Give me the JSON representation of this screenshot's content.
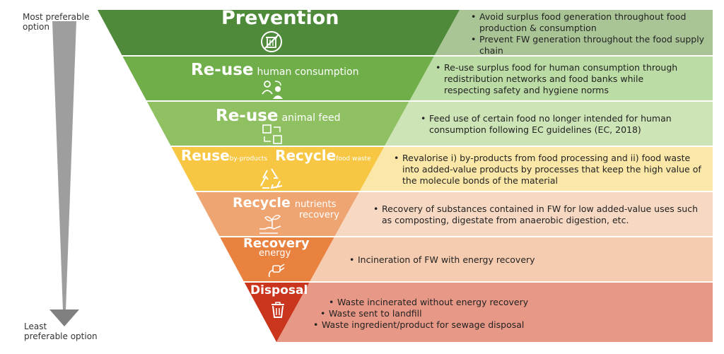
{
  "side": {
    "top_label_line1": "Most preferable",
    "top_label_line2": "option",
    "bottom_label_line1": "Least",
    "bottom_label_line2": "preferable option"
  },
  "colors": {
    "prevention": "#4f8a3a",
    "reuse_human": "#6fae49",
    "reuse_animal": "#8fc163",
    "reuse_recycle": "#f7c744",
    "recycle_nutrients": "#efa572",
    "recovery": "#e9813f",
    "disposal": "#c9361d"
  },
  "levels": [
    {
      "title": "Prevention",
      "subtitle": "",
      "icon": "no-waste-bin-icon",
      "bullets": [
        "Avoid surplus food generation throughout food production & consumption",
        "Prevent FW generation throughout the food supply chain"
      ]
    },
    {
      "title": "Re-use",
      "subtitle": "human consumption",
      "icon": "people-exchange-icon",
      "bullets": [
        "Re-use surplus food for human consumption through redistribution networks and food banks while respecting safety and hygiene norms"
      ]
    },
    {
      "title": "Re-use",
      "subtitle": "animal feed",
      "icon": "exchange-boxes-icon",
      "bullets": [
        "Feed use of certain food no longer intended for human consumption following EC guidelines (EC, 2018)"
      ]
    },
    {
      "title": "Reuse",
      "subtitle": "by-products",
      "title2": "Recycle",
      "subtitle2": "food waste",
      "icon": "recycle-icon",
      "bullets": [
        "Revalorise i) by-products from food processing and ii) food waste into added-value products by processes that keep the high value of the molecule bonds of the material"
      ]
    },
    {
      "title": "Recycle",
      "subtitle": "nutrients",
      "subtitle_line2": "recovery",
      "icon": "hand-sprout-icon",
      "bullets": [
        "Recovery of substances contained in FW for low added-value uses such as composting, digestate from anaerobic digestion, etc."
      ]
    },
    {
      "title": "Recovery",
      "subtitle": "energy",
      "icon": "energy-plug-icon",
      "bullets": [
        "Incineration of FW with energy recovery"
      ]
    },
    {
      "title": "Disposal",
      "subtitle": "",
      "icon": "trash-bin-icon",
      "bullets": [
        "Waste incinerated without energy recovery",
        "Waste sent to landfill",
        "Waste ingredient/product for sewage disposal"
      ]
    }
  ]
}
